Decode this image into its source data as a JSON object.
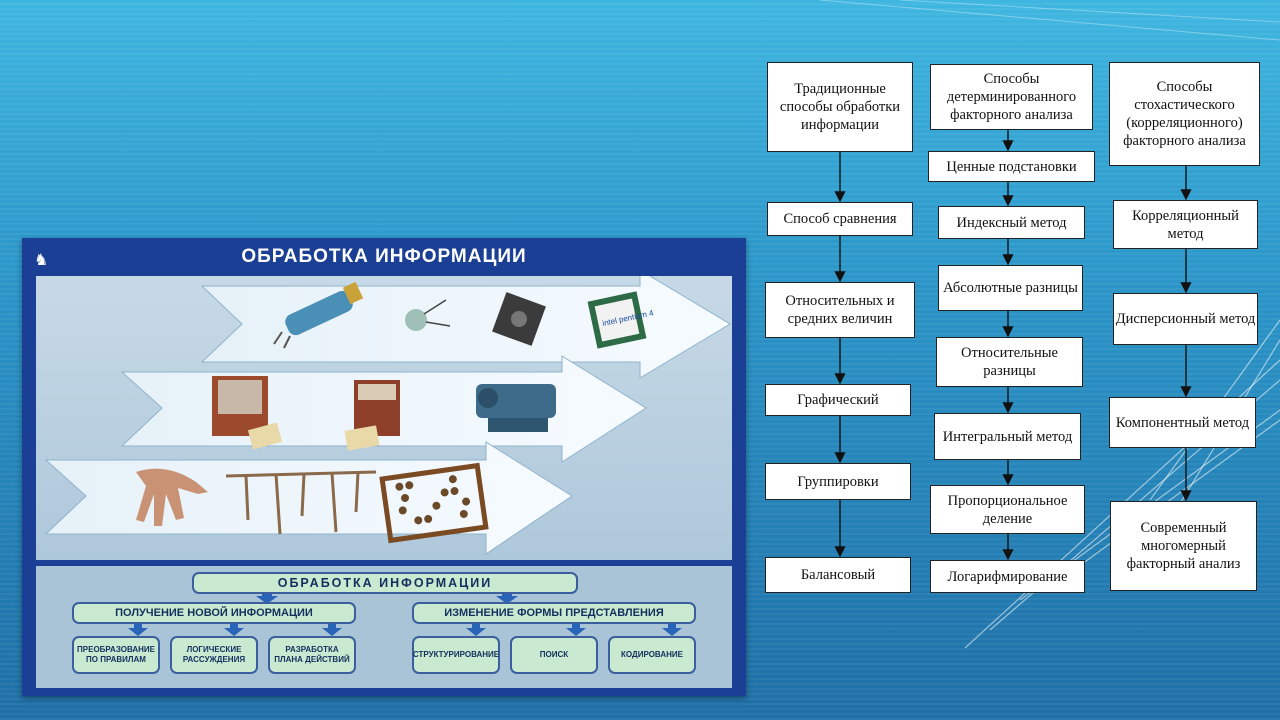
{
  "poster": {
    "title": "ОБРАБОТКА ИНФОРМАЦИИ",
    "scheme": {
      "main": "ОБРАБОТКА  ИНФОРМАЦИИ",
      "left_branch": "ПОЛУЧЕНИЕ НОВОЙ ИНФОРМАЦИИ",
      "right_branch": "ИЗМЕНЕНИЕ ФОРМЫ ПРЕДСТАВЛЕНИЯ",
      "left_items": [
        "ПРЕОБРАЗОВАНИЕ ПО ПРАВИЛАМ",
        "ЛОГИЧЕСКИЕ РАССУЖДЕНИЯ",
        "РАЗРАБОТКА ПЛАНА ДЕЙСТВИЙ"
      ],
      "right_items": [
        "СТРУКТУРИРОВАНИЕ",
        "ПОИСК",
        "КОДИРОВАНИЕ"
      ]
    },
    "chip_label": "intel pentium 4"
  },
  "flowchart": {
    "col1": [
      "Традиционные способы обработки информации",
      "Способ сравнения",
      "Относительных и средних величин",
      "Графический",
      "Группировки",
      "Балансовый"
    ],
    "col2": [
      "Способы детерминированного факторного анализа",
      "Ценные подстановки",
      "Индексный метод",
      "Абсолютные разницы",
      "Относительные разницы",
      "Интегральный метод",
      "Пропорциональное деление",
      "Логарифмирование"
    ],
    "col3": [
      "Способы стохастического (корреляционного) факторного анализа",
      "Корреляционный метод",
      "Дисперсионный метод",
      "Компонентный метод",
      "Современный многомерный факторный анализ"
    ]
  },
  "colors": {
    "background": "#2b95c8",
    "poster": "#1a3f94",
    "pill": "#c9ead0"
  }
}
